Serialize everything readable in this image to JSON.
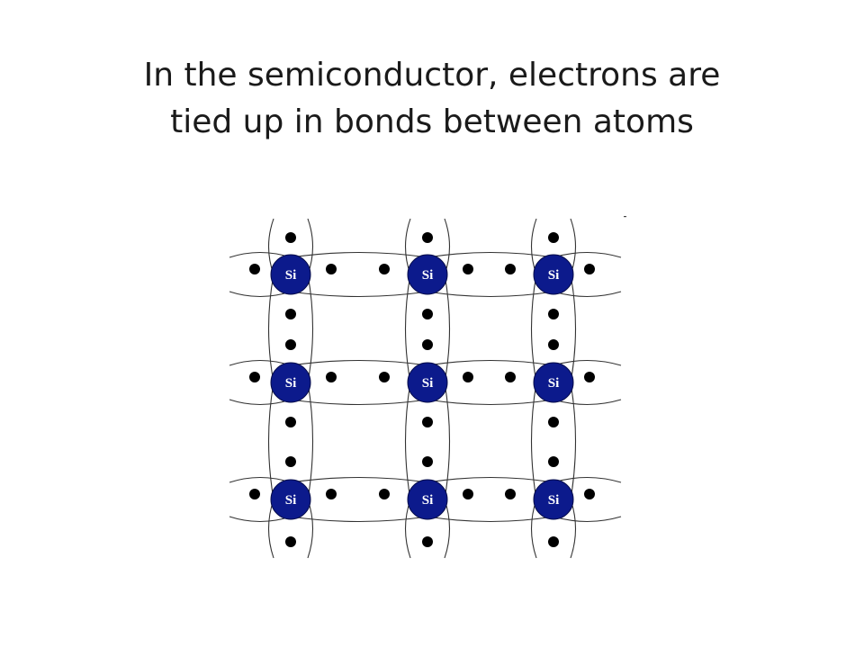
{
  "title": {
    "line1": "In the semiconductor, electrons are",
    "line2": "tied up in bonds between atoms"
  },
  "diagram": {
    "atom_label": "Si",
    "rows": 3,
    "cols": 3,
    "colors": {
      "atom_fill": "#0c1a8c",
      "atom_text": "#ffffff",
      "electron": "#000000",
      "bond_line": "#333333"
    }
  }
}
